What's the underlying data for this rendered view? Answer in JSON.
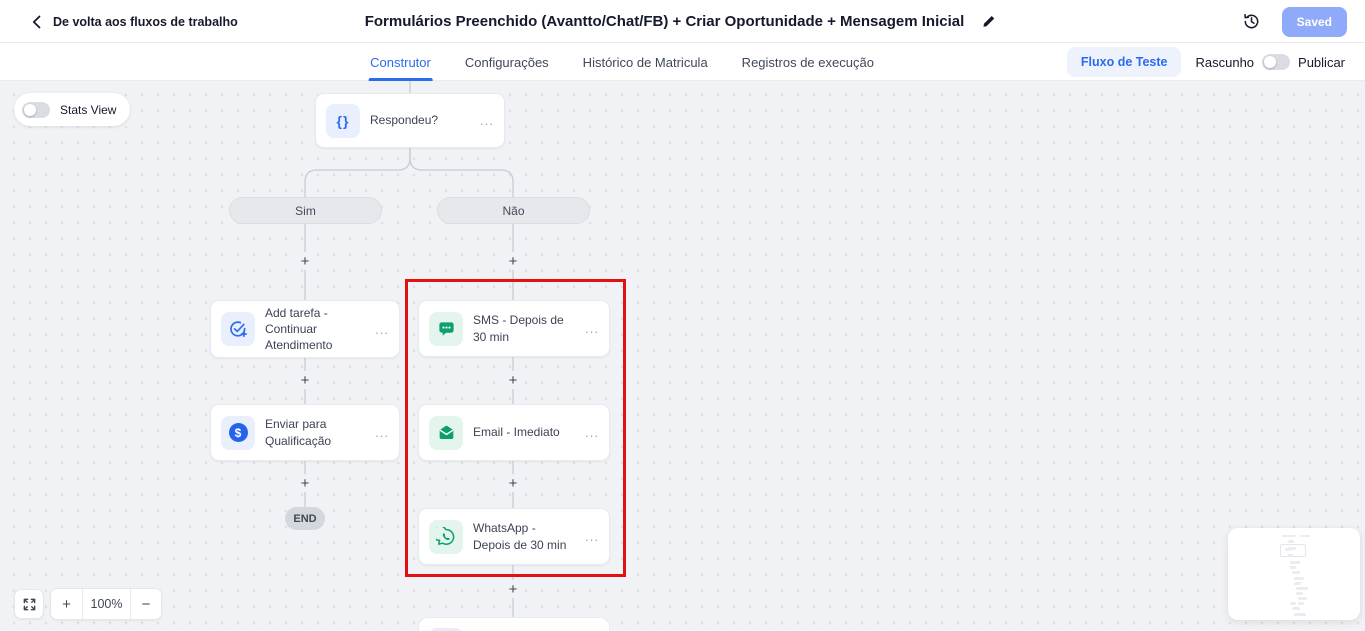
{
  "header": {
    "back_label": "De volta aos fluxos de trabalho",
    "title": "Formulários Preenchido (Avantto/Chat/FB) + Criar Oportunidade + Mensagem Inicial",
    "saved_label": "Saved"
  },
  "tabs": {
    "items": [
      {
        "label": "Construtor",
        "active": true
      },
      {
        "label": "Configurações",
        "active": false
      },
      {
        "label": "Histórico de Matricula",
        "active": false
      },
      {
        "label": "Registros de execução",
        "active": false
      }
    ],
    "test_flow_label": "Fluxo de Teste",
    "draft_label": "Rascunho",
    "publish_label": "Publicar",
    "publish_toggle_state": "off"
  },
  "canvas": {
    "stats_view_label": "Stats View",
    "stats_view_state": "off",
    "plus_glyph": "+",
    "more_glyph": "...",
    "braces_glyph": "{}",
    "dollar_glyph": "$",
    "branches": {
      "yes": "Sim",
      "no": "Não"
    },
    "end_label": "END",
    "nodes": {
      "respondeu": {
        "label": "Respondeu?",
        "icon": "curly-braces-icon"
      },
      "add_tarefa": {
        "label": "Add tarefa - Continuar Atendimento",
        "icon": "task-check-icon"
      },
      "enviar_qualificacao": {
        "label": "Enviar para Qualificação",
        "icon": "opportunity-dollar-icon"
      },
      "sms": {
        "label": "SMS - Depois de 30 min",
        "icon": "sms-bubble-icon"
      },
      "email": {
        "label": "Email - Imediato",
        "icon": "email-envelope-icon"
      },
      "whatsapp": {
        "label": "WhatsApp - Depois de 30 min",
        "icon": "whatsapp-icon"
      }
    }
  },
  "zoom_controls": {
    "plus": "+",
    "level": "100%",
    "minus": "−"
  },
  "colors": {
    "accent_blue": "#2b6bed",
    "saved_button": "#8faaf8",
    "test_flow_chip_bg": "#eef2fd",
    "node_icon_blue_bg": "#e9effd",
    "node_icon_green_bg": "#e4f5ed",
    "green_icon": "#0e9f6e",
    "highlight_red": "#e40f0f",
    "canvas_bg": "#f1f2f5"
  }
}
